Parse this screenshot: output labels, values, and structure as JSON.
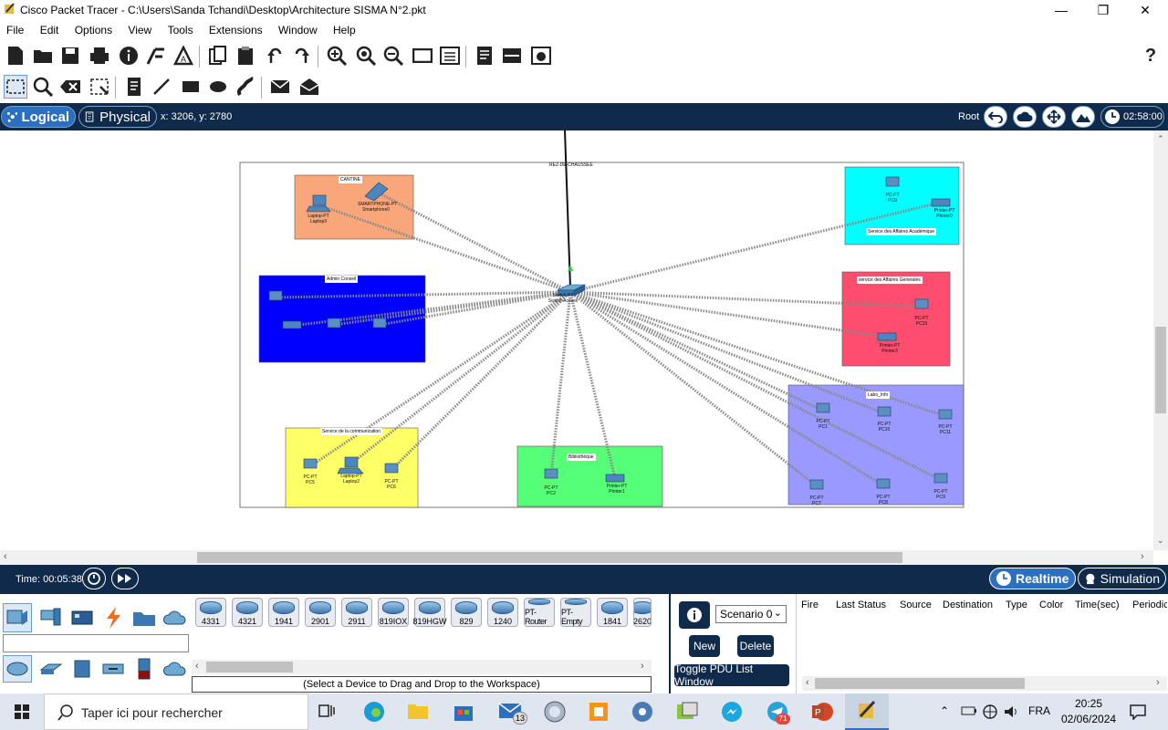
{
  "window": {
    "title": "Cisco Packet Tracer - C:\\Users\\Sanda Tchandi\\Desktop\\Architecture SISMA N°2.pkt",
    "minimize": "—",
    "maximize": "❐",
    "close": "✕"
  },
  "menu": [
    "File",
    "Edit",
    "Options",
    "View",
    "Tools",
    "Extensions",
    "Window",
    "Help"
  ],
  "navbar": {
    "logical": "Logical",
    "physical": "Physical",
    "coords": "x: 3206, y: 2780",
    "root": "Root",
    "clock": "02:58:00"
  },
  "workspace": {
    "floor_label": "REZ-DE-CHAUSSEE",
    "switch_label": "Switch-PT\nSwitch-Accueil",
    "zones": {
      "cantine": "CANTINE",
      "admin": "Admin Conseil",
      "communication": "Service de la communication",
      "bibliotheque": "Bibliothèque",
      "academique": "Service des Affaires Académique",
      "generales": "service des Affaires Generales",
      "labo": "Labo_Info"
    },
    "devices": {
      "laptop3": "Laptop-PT\nLaptop3",
      "smartphone0": "SMARTPHONE-PT\nSmartphone0",
      "pc0": "PC-PT\nPC0",
      "printer0": "Printer-PT\nPrinter0",
      "pc15": "PC-PT\nPC15",
      "printer3": "Printer-PT\nPrinter3",
      "pc1": "PC-PT\nPC1",
      "pc10": "PC-PT\nPC10",
      "pc11": "PC-PT\nPC11",
      "pc7": "PC-PT\nPC7",
      "pc8": "PC-PT\nPC8",
      "pc9": "PC-PT\nPC9",
      "pc5": "PC-PT\nPC5",
      "laptop2": "Laptop-PT\nLaptop2",
      "pc6": "PC-PT\nPC6",
      "pc2": "PC-PT\nPC2",
      "printer1": "Printer-PT\nPrinter1"
    }
  },
  "bottombar": {
    "time": "Time: 00:05:38",
    "realtime": "Realtime",
    "simulation": "Simulation"
  },
  "device_models": [
    "4331",
    "4321",
    "1941",
    "2901",
    "2911",
    "819IOX",
    "819HGW",
    "829",
    "1240",
    "PT-Router",
    "PT-Empty",
    "1841",
    "2620"
  ],
  "device_hint": "(Select a Device to Drag and Drop to the Workspace)",
  "pdu": {
    "scenario": "Scenario 0",
    "new": "New",
    "delete": "Delete",
    "toggle": "Toggle PDU List Window",
    "columns": [
      "Fire",
      "Last Status",
      "Source",
      "Destination",
      "Type",
      "Color",
      "Time(sec)",
      "Periodic"
    ]
  },
  "taskbar": {
    "search": "Taper ici pour rechercher",
    "mail_badge": "13",
    "telegram_badge": "71",
    "lang": "FRA",
    "time": "20:25",
    "date": "02/06/2024"
  },
  "colors": {
    "nav_bg": "#0f2a4a",
    "cantine": "#f9a67a",
    "admin": "#0000ff",
    "communication": "#ffff66",
    "bibliotheque": "#55ff77",
    "academique": "#00ffff",
    "generales": "#ff4d6d",
    "labo": "#9999ff"
  }
}
